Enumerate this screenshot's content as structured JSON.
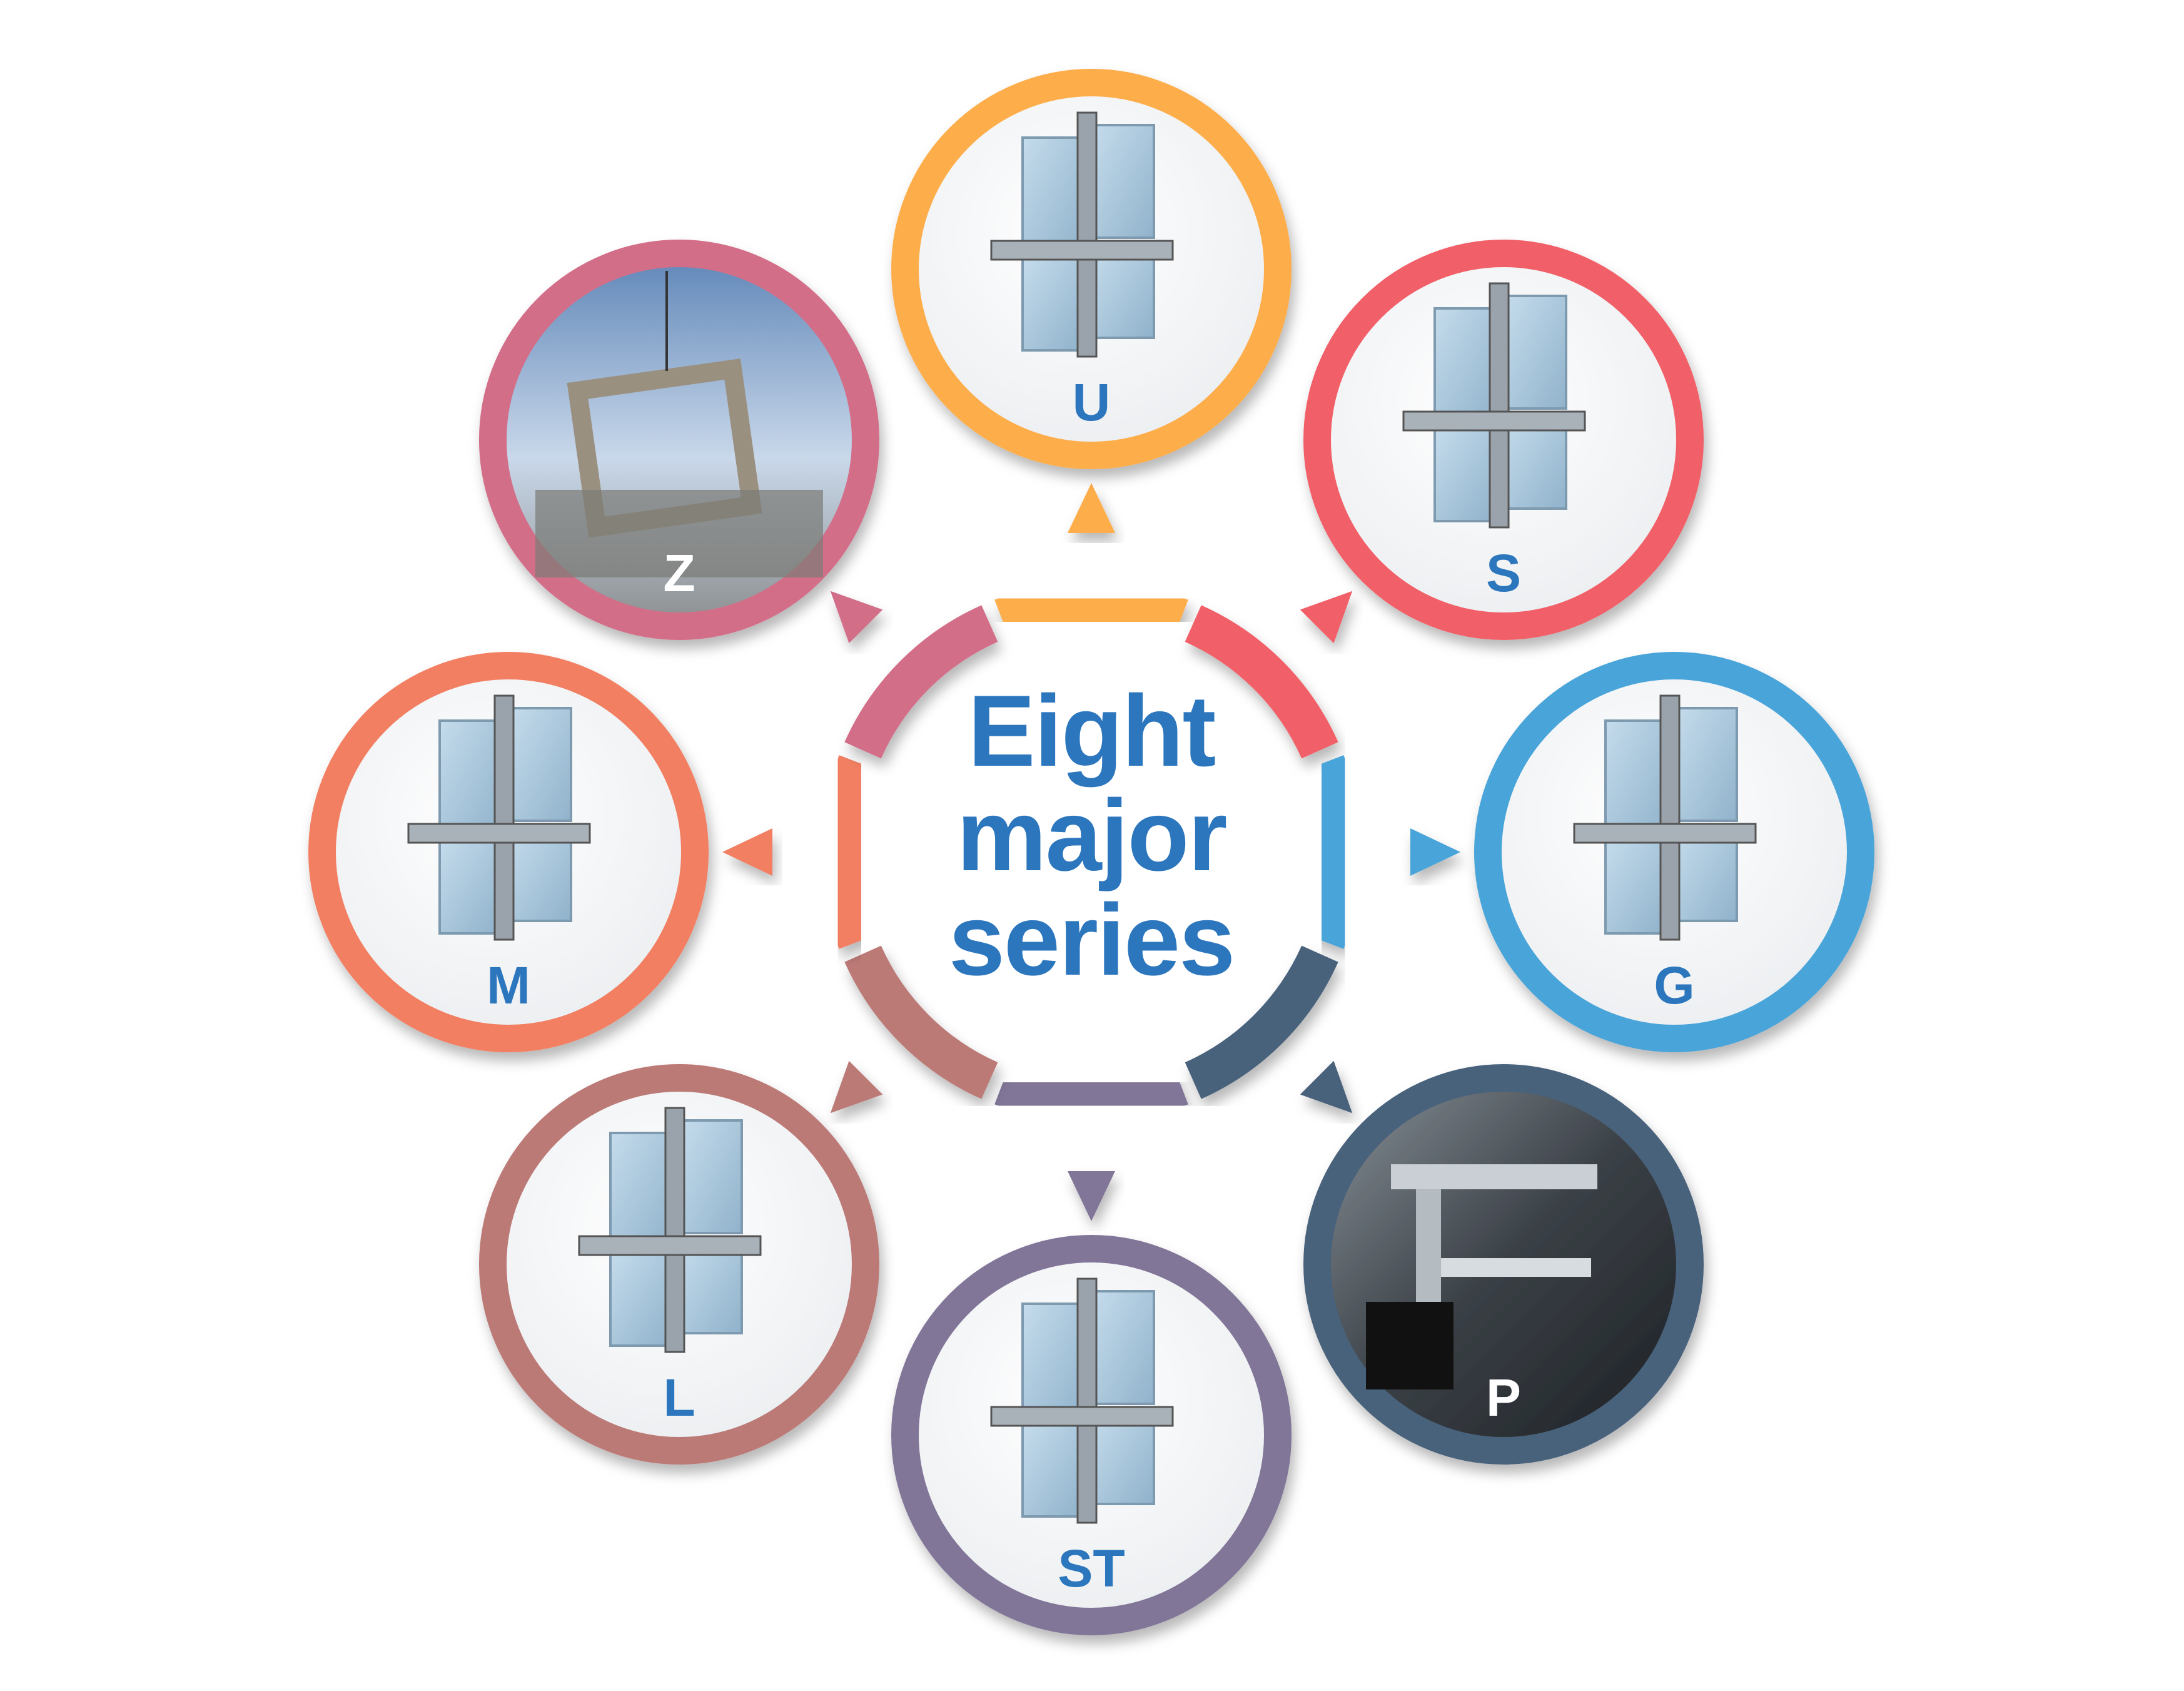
{
  "title": {
    "line1": "Eight",
    "line2": "major",
    "line3": "series"
  },
  "label_color": "#2C76BD",
  "series": [
    {
      "label": "U",
      "color": "#FDAE4B",
      "angle": -90,
      "icon": "unitized-curtain-wall-icon",
      "bg": "light"
    },
    {
      "label": "S",
      "color": "#F16068",
      "angle": -45,
      "icon": "semi-unitized-curtain-wall-icon",
      "bg": "light"
    },
    {
      "label": "G",
      "color": "#48A4D9",
      "angle": 0,
      "icon": "glass-curtain-wall-icon",
      "bg": "light"
    },
    {
      "label": "P",
      "color": "#4A627C",
      "angle": 45,
      "icon": "aluminum-profile-icon",
      "bg": "dark"
    },
    {
      "label": "ST",
      "color": "#817598",
      "angle": 90,
      "icon": "stone-cladding-icon",
      "bg": "light"
    },
    {
      "label": "L",
      "color": "#BC7A77",
      "angle": 135,
      "icon": "louver-icon",
      "bg": "light"
    },
    {
      "label": "M",
      "color": "#F27F62",
      "angle": 180,
      "icon": "metal-panel-icon",
      "bg": "light"
    },
    {
      "label": "Z",
      "color": "#D36E89",
      "angle": -135,
      "icon": "prefab-unit-photo-icon",
      "bg": "sky"
    }
  ]
}
